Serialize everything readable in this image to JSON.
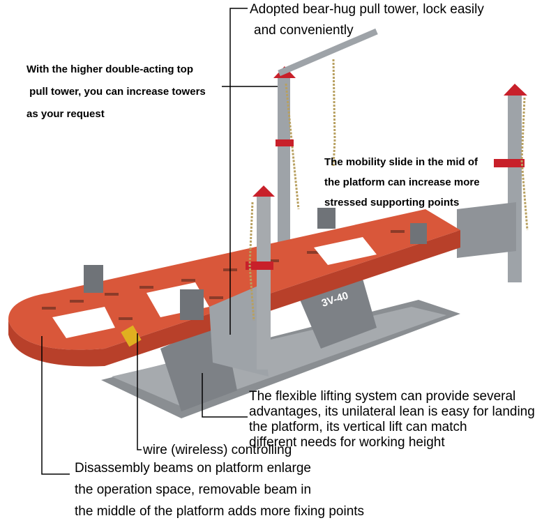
{
  "product": {
    "model_label": "3V-40",
    "colors": {
      "platform": "#d9573a",
      "steel": "#9ea3a8",
      "accent": "#c8202a"
    }
  },
  "annotations": {
    "pull_tower": [
      "Adopted bear-hug pull tower, lock easily",
      "and conveniently"
    ],
    "top_tower": [
      "With the higher double-acting top",
      " pull tower, you can increase towers",
      "as your request"
    ],
    "mobility_slide": [
      "The mobility slide in the mid of",
      "the platform can increase more",
      "stressed supporting points"
    ],
    "lifting": [
      "The flexible lifting system can provide several",
      "advantages, its unilateral lean is easy for landing",
      "the platform, its vertical lift can match",
      "different needs for working height"
    ],
    "controlling": [
      "wire (wireless) controlling"
    ],
    "beams": [
      "Disassembly beams on platform enlarge",
      "the operation space, removable beam in",
      "the middle of the platform adds more fixing points"
    ]
  }
}
